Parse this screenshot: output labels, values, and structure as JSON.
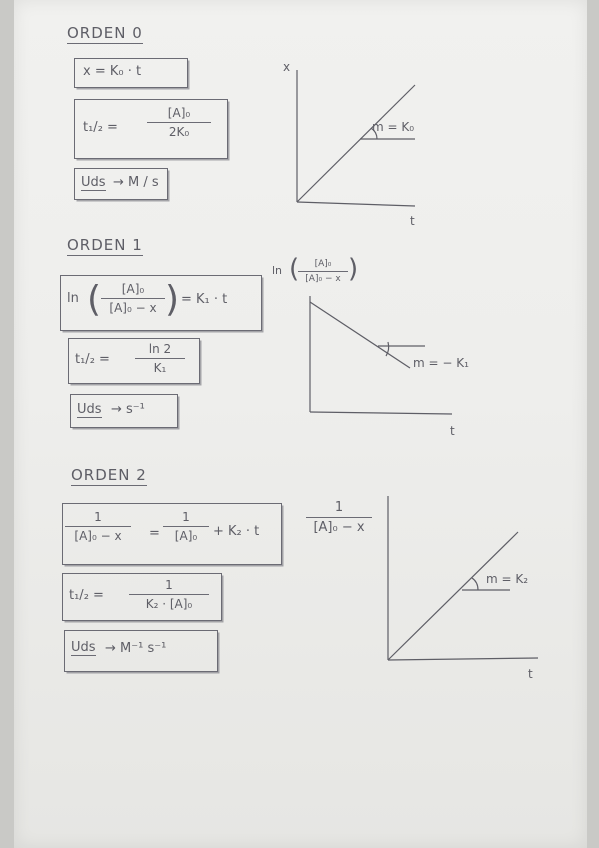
{
  "orden0": {
    "title": "ORDEN 0",
    "eq_rate": "x = K₀ · t",
    "half_life": {
      "lhs": "t₁/₂ =",
      "num": "[A]₀",
      "den": "2K₀"
    },
    "units": {
      "label": "Uds",
      "value": "→ M / s"
    },
    "graph": {
      "y_axis": "x",
      "x_axis": "t",
      "slope": "m = K₀"
    }
  },
  "orden1": {
    "title": "ORDEN 1",
    "eq_rate": {
      "prefix": "ln",
      "num": "[A]₀",
      "den": "[A]₀ − x",
      "rhs": "= K₁ · t"
    },
    "half_life": {
      "lhs": "t₁/₂ =",
      "num": "ln 2",
      "den": "K₁"
    },
    "units": {
      "label": "Uds",
      "value": "→ s⁻¹"
    },
    "graph": {
      "y_prefix": "ln",
      "y_num": "[A]₀",
      "y_den": "[A]₀ − x",
      "x_axis": "t",
      "slope": "m = − K₁"
    }
  },
  "orden2": {
    "title": "ORDEN 2",
    "eq_rate": {
      "lhs_num": "1",
      "lhs_den": "[A]₀ − x",
      "eq": "=",
      "rhs_num": "1",
      "rhs_den": "[A]₀",
      "rhs_tail": "+ K₂ · t"
    },
    "half_life": {
      "lhs": "t₁/₂ =",
      "num": "1",
      "den": "K₂ · [A]₀"
    },
    "units": {
      "label": "Uds",
      "value": "→ M⁻¹ s⁻¹"
    },
    "graph": {
      "y_num": "1",
      "y_den": "[A]₀ − x",
      "x_axis": "t",
      "slope": "m = K₂"
    }
  }
}
